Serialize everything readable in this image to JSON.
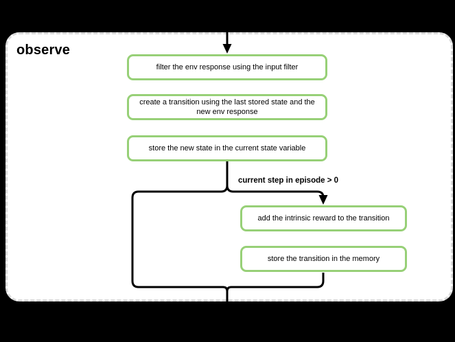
{
  "frame": {
    "title": "observe"
  },
  "colors": {
    "page_background": "#000000",
    "frame_background": "#ffffff",
    "frame_border": "#d9d9d9",
    "node_border": "#97d077",
    "connector": "#000000",
    "text": "#000000"
  },
  "nodes": [
    {
      "id": "filter-env-response",
      "label": "filter the env response using the input filter"
    },
    {
      "id": "create-transition",
      "label": "create a transition using the last stored state and the new env response"
    },
    {
      "id": "store-new-state",
      "label": "store the new state in the current state variable"
    },
    {
      "id": "add-intrinsic-reward",
      "label": "add the intrinsic reward to the transition"
    },
    {
      "id": "store-transition",
      "label": "store the transition in the memory"
    }
  ],
  "branch": {
    "condition_label": "current step in episode > 0"
  }
}
